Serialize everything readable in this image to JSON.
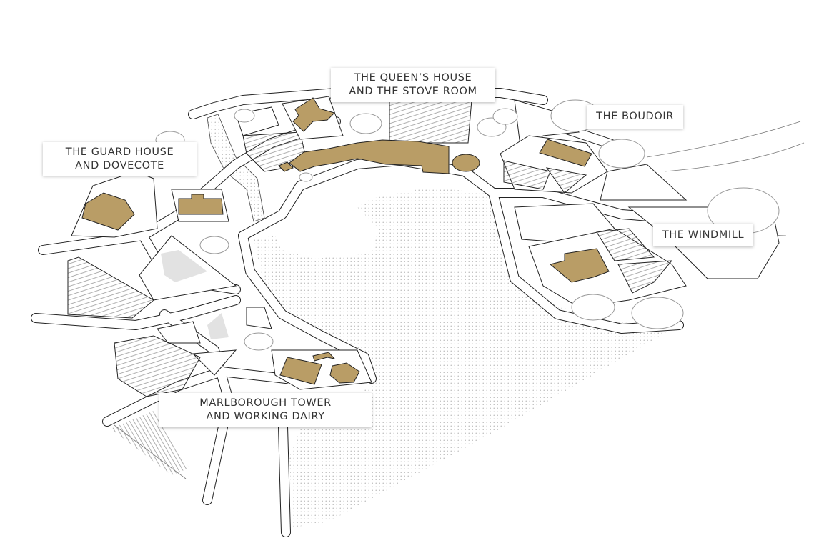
{
  "map": {
    "colors": {
      "building": "#b99d66",
      "outline": "#222222",
      "lake_dots": "#9a9a9a",
      "paved": "#e2e2e2"
    },
    "labels": [
      {
        "id": "queens-house",
        "lines": [
          "THE QUEEN’S HOUSE",
          "AND THE STOVE ROOM"
        ]
      },
      {
        "id": "boudoir",
        "lines": [
          "THE BOUDOIR"
        ]
      },
      {
        "id": "guard-house",
        "lines": [
          "THE GUARD HOUSE",
          "AND DOVECOTE"
        ]
      },
      {
        "id": "windmill",
        "lines": [
          "THE WINDMILL"
        ]
      },
      {
        "id": "marlborough",
        "lines": [
          "MARLBOROUGH TOWER",
          "AND WORKING DAIRY"
        ]
      }
    ]
  }
}
